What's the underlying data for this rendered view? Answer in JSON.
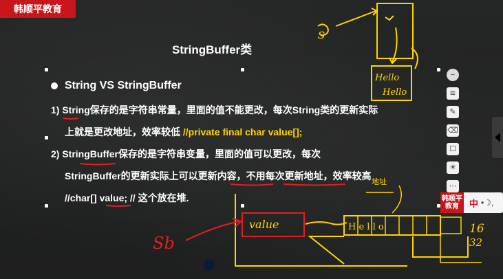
{
  "brand": {
    "name": "韩顺平教育"
  },
  "slide": {
    "title": "StringBuffer类",
    "heading": "String VS StringBuffer",
    "lines": [
      "1) String保存的是字符串常量，里面的值不能更改，每次String类的更新实际",
      "上就是更改地址，效率较低 //private final char value[];",
      "2) StringBuffer保存的是字符串变量，里面的值可以更改，每次",
      "StringBuffer的更新实际上可以更新内容，不用每次更新地址，效率较高",
      "//char[] value;   // 这个放在堆."
    ],
    "line1_highlight": "//private final char value[];"
  },
  "annotations": {
    "s_label": "s",
    "sb_label": "Sb",
    "value_box": "value",
    "hello1": "Hello",
    "hello2": "Hello",
    "hello_cells": "H e l l o",
    "num16": "16",
    "num32": "32",
    "note_top": "地址"
  },
  "toolbar": {
    "icons": [
      "minus-icon",
      "layers-icon",
      "pen-icon",
      "eraser-icon",
      "square-icon",
      "bulb-icon",
      "more-icon"
    ]
  },
  "ime": {
    "logo": "韩顺平教育",
    "lang": "中",
    "icons": "•☽,"
  },
  "colors": {
    "brand_red": "#c8161d",
    "ink_yellow": "#ffd400",
    "ink_red": "#e02020",
    "board": "#1f2020"
  }
}
